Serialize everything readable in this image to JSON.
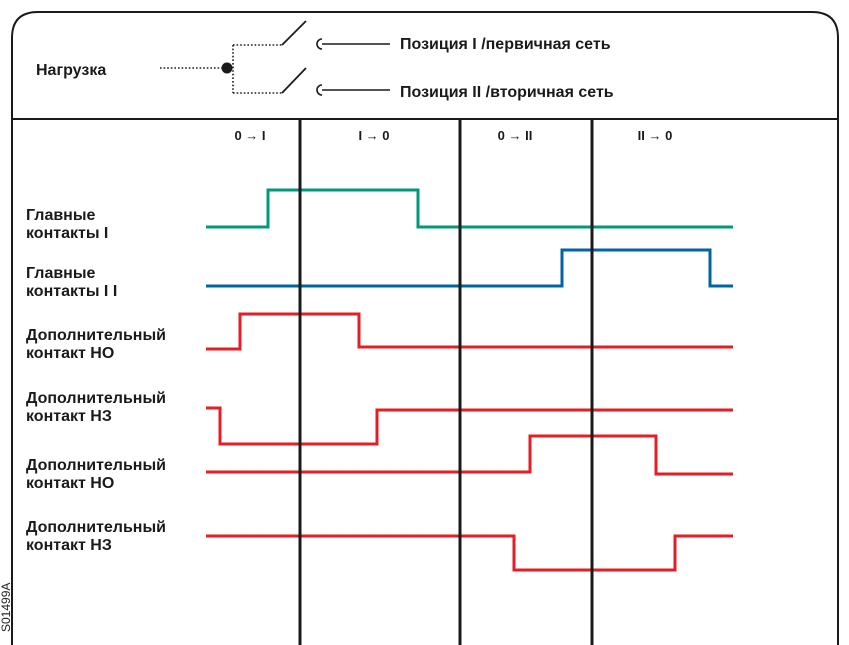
{
  "header": {
    "load_label": "Нагрузка",
    "position_1": "Позиция I /первичная сеть",
    "position_2": "Позиция II /вторичная сеть"
  },
  "columns": [
    {
      "label": "0 → I"
    },
    {
      "label": "I → 0"
    },
    {
      "label": "0 → II"
    },
    {
      "label": "II → 0"
    }
  ],
  "rows": [
    {
      "line1": "Главные",
      "line2": "контакты I",
      "color": "#00997a"
    },
    {
      "line1": "Главные",
      "line2": "контакты I I",
      "color": "#0066a1"
    },
    {
      "line1": "Дополнительный",
      "line2": "контакт НО",
      "color": "#e31e24"
    },
    {
      "line1": "Дополнительный",
      "line2": "контакт НЗ",
      "color": "#e31e24"
    },
    {
      "line1": "Дополнительный",
      "line2": "контакт НО",
      "color": "#e31e24"
    },
    {
      "line1": "Дополнительный",
      "line2": "контакт НЗ",
      "color": "#e31e24"
    }
  ],
  "figure_code": "S01499A",
  "colors": {
    "frame": "#1a1a1a",
    "green": "#00997a",
    "blue": "#0066a1",
    "red": "#e31e24"
  }
}
